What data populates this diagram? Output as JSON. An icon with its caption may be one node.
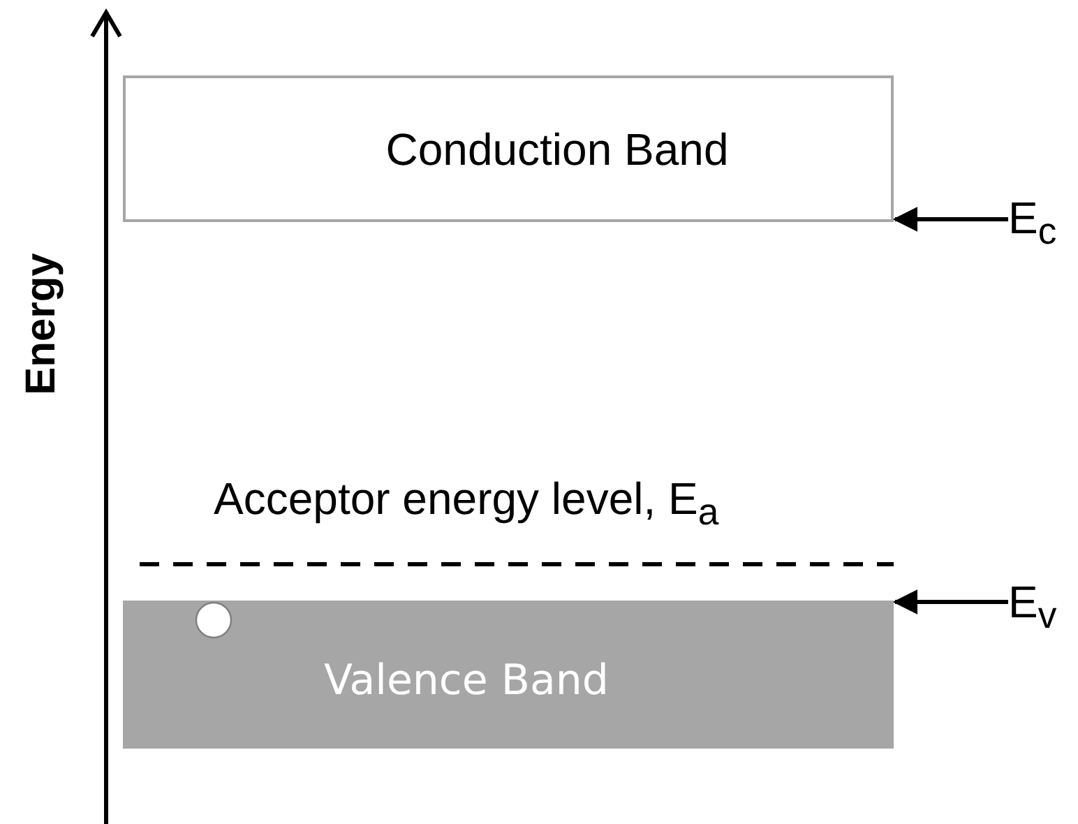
{
  "diagram": {
    "nodes": [
      {
        "text": [
          "Conduction Band"
        ]
      },
      {
        "text": [
          "E$_{c}$"
        ]
      },
      {
        "text": [
          "Valence Band"
        ]
      },
      {
        "text": [
          "E$_{v}$"
        ]
      }
    ],
    "edges": [
      {
        "from": 1,
        "to": 0,
        "arrow": "to"
      },
      {
        "from": 3,
        "to": 2,
        "arrow": "to"
      }
    ],
    "labels": [
      "Energy",
      "Acceptor energy level, E$_{a}$"
    ]
  }
}
